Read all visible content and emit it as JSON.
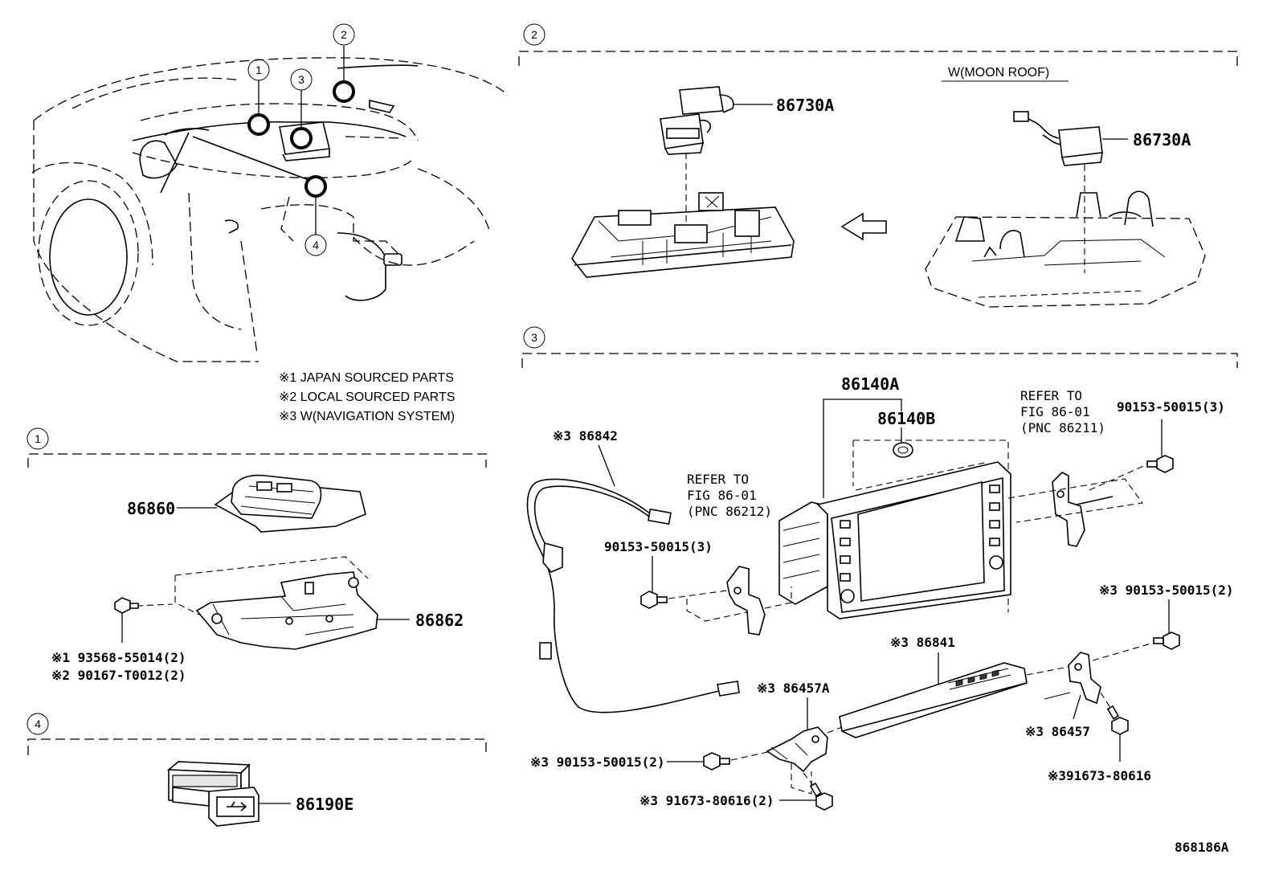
{
  "callouts": {
    "c1": "1",
    "c2": "2",
    "c3": "3",
    "c4": "4"
  },
  "notes": {
    "n1": "※1 JAPAN SOURCED PARTS",
    "n2": "※2 LOCAL SOURCED PARTS",
    "n3": "※3 W(NAVIGATION SYSTEM)"
  },
  "section2": {
    "variant_label": "W(MOON ROOF)",
    "part_left": "86730A",
    "part_right": "86730A"
  },
  "section1": {
    "part_module": "86860",
    "part_bracket": "86862",
    "bolt_line1": "※1 93568-55014(2)",
    "bolt_line2": "※2 90167-T0012(2)"
  },
  "section4": {
    "part_usb": "86190E"
  },
  "section3": {
    "part_display": "86140A",
    "part_knob": "86140B",
    "part_wire": "※3 86842",
    "refer_left": [
      "REFER TO",
      "FIG 86-01",
      "(PNC 86212)"
    ],
    "refer_right": [
      "REFER TO",
      "FIG 86-01",
      "(PNC 86211)"
    ],
    "screw_left": "90153-50015(3)",
    "screw_right": "90153-50015(3)",
    "screw_right2": "※3 90153-50015(2)",
    "part_receiver": "※3 86841",
    "part_bracket_l": "※3 86457A",
    "part_bracket_r": "※3 86457",
    "screw_bottom_l": "※3 90153-50015(2)",
    "screw_bottom_r": "※391673-80616",
    "screw_bottom_m": "※3 91673-80616(2)"
  },
  "figure_id": "868186A"
}
